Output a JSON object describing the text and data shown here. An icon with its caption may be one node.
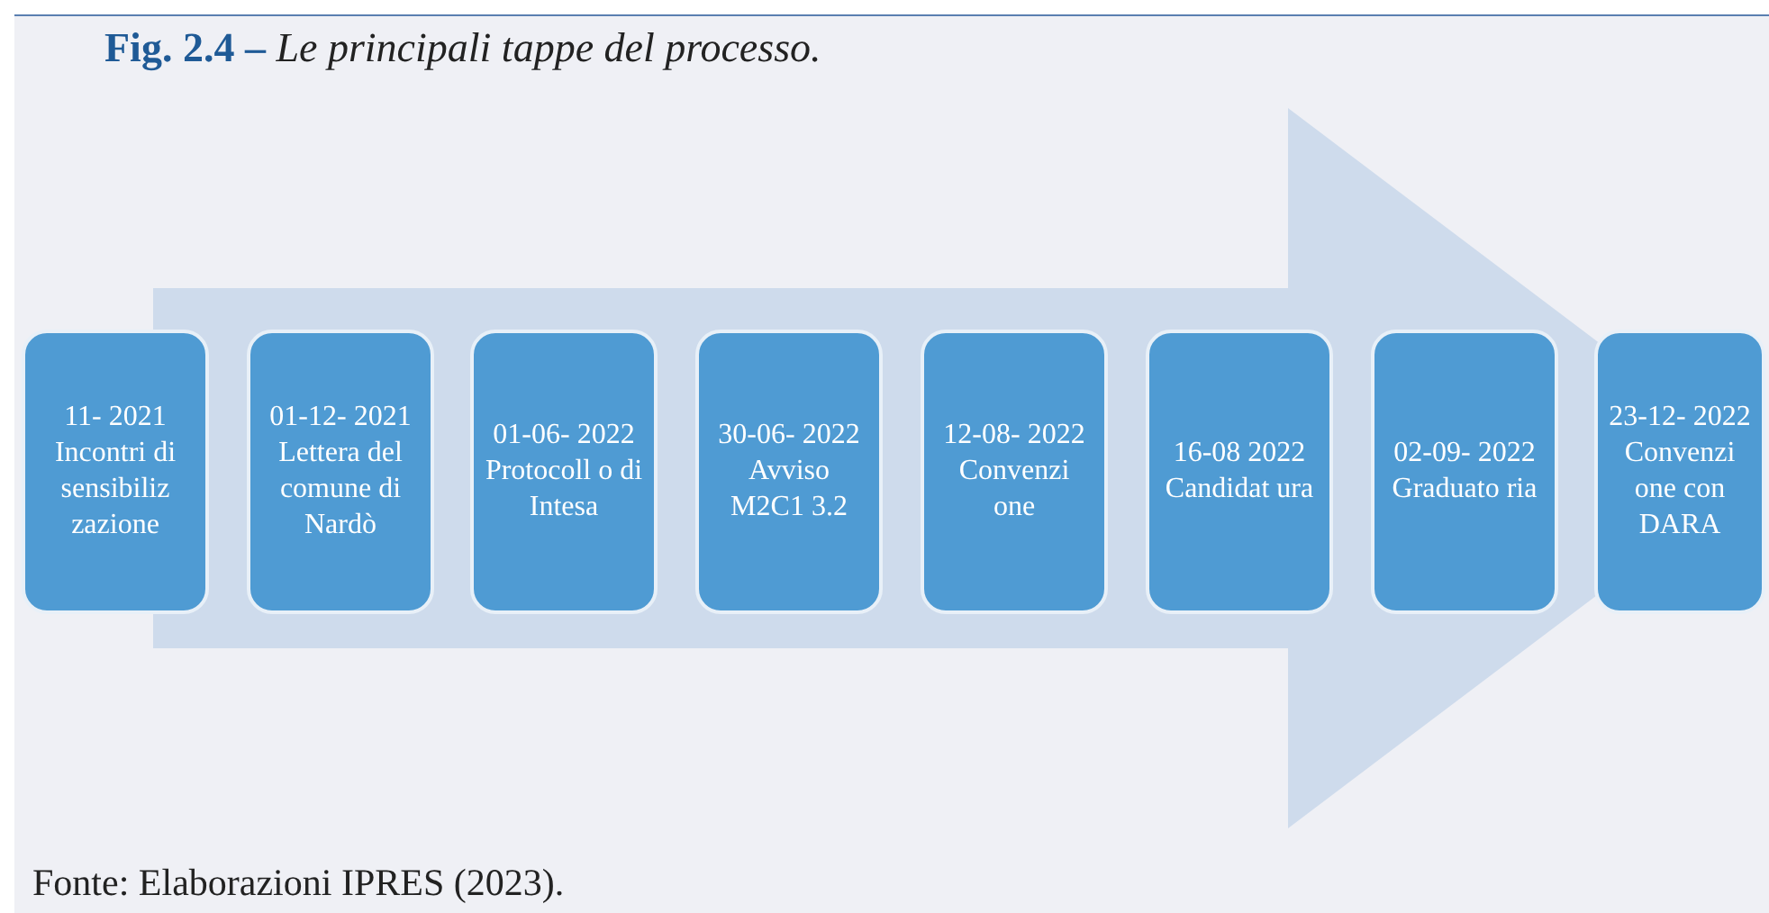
{
  "diagram": {
    "title": "**Fig. 2.4 –** *Le principali tappe del processo.*",
    "caption": "Fonte: Elaborazioni IPRES (2023).",
    "nodes": [
      {
        "text": [
          "11- 2021",
          "Incontri di sensibiliz zazione"
        ]
      },
      {
        "text": [
          "01-12- 2021",
          "Lettera del comune di Nardò"
        ]
      },
      {
        "text": [
          "01-06- 2022",
          "Protocoll o di Intesa"
        ]
      },
      {
        "text": [
          "30-06- 2022",
          "Avviso M2C1 3.2"
        ]
      },
      {
        "text": [
          "12-08- 2022",
          "Convenzi one"
        ]
      },
      {
        "text": [
          "16-08 2022",
          "Candidat ura"
        ]
      },
      {
        "text": [
          "02-09- 2022",
          "Graduato ria"
        ]
      },
      {
        "text": [
          "23-12- 2022",
          "Convenzi one con DARA"
        ]
      }
    ],
    "edges": [
      {
        "from": 0,
        "to": 7,
        "arrow": "to"
      }
    ]
  }
}
